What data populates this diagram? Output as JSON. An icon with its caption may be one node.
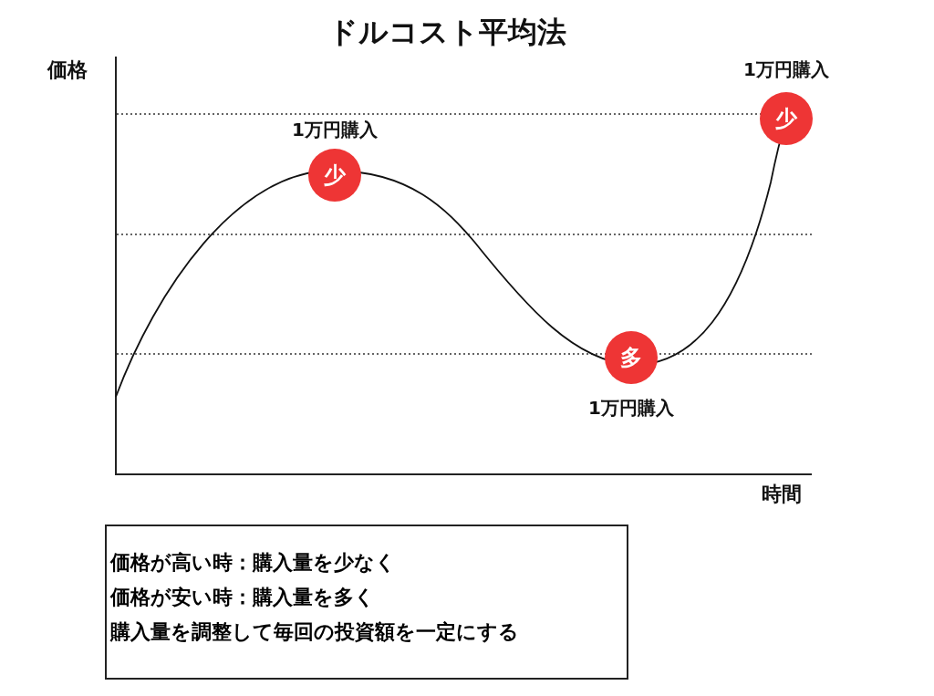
{
  "diagram": {
    "title": "ドルコスト平均法",
    "nodes": [
      {
        "text": [
          "少"
        ],
        "beside": [
          "1万円購入"
        ]
      },
      {
        "text": [
          "多"
        ],
        "beside": [
          "1万円購入"
        ]
      },
      {
        "text": [
          "少"
        ],
        "beside": [
          "1万円購入"
        ]
      },
      {
        "text": [
          "価格が高い時：購入量を少なく",
          "価格が安い時：購入量を多く",
          "購入量を調整して毎回の投資額を一定にする"
        ]
      }
    ],
    "labels": [
      "価格",
      "時間"
    ]
  }
}
